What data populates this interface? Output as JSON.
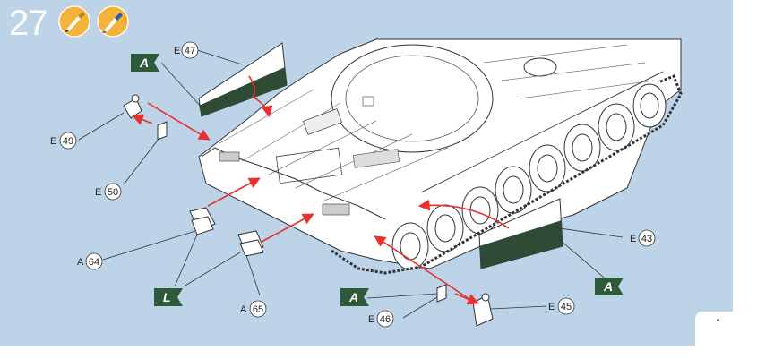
{
  "step_number": "27",
  "tools": [
    {
      "icon": "paint-brush-icon"
    },
    {
      "icon": "glue-brush-icon"
    }
  ],
  "colors": {
    "panel": "#bcd3e8",
    "arrow": "#e8302e",
    "flag": "#2f5a3a",
    "tool": "#f3b23a"
  },
  "parts": [
    {
      "letter": "E",
      "number": "47"
    },
    {
      "letter": "E",
      "number": "49"
    },
    {
      "letter": "E",
      "number": "50"
    },
    {
      "letter": "A",
      "number": "64"
    },
    {
      "letter": "A",
      "number": "65"
    },
    {
      "letter": "E",
      "number": "43"
    },
    {
      "letter": "E",
      "number": "46"
    },
    {
      "letter": "E",
      "number": "45"
    }
  ],
  "flags": [
    {
      "label": "A"
    },
    {
      "label": "L"
    },
    {
      "label": "A"
    },
    {
      "label": "A"
    }
  ]
}
